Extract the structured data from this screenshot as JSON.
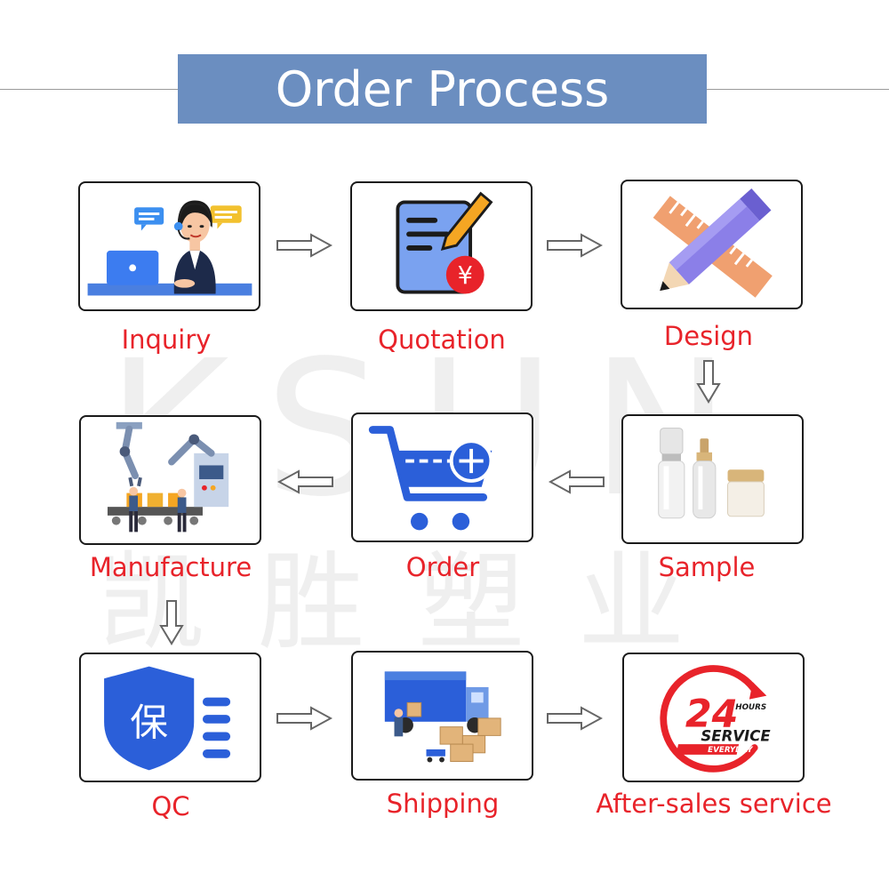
{
  "title": "Order Process",
  "watermark": {
    "latin": "KSUN",
    "cjk": "凯胜塑业"
  },
  "steps": [
    {
      "label": "Inquiry",
      "icon": "customer-service-agent-icon"
    },
    {
      "label": "Quotation",
      "icon": "quotation-document-icon"
    },
    {
      "label": "Design",
      "icon": "ruler-pencil-icon"
    },
    {
      "label": "Sample",
      "icon": "cosmetic-bottles-icon"
    },
    {
      "label": "Order",
      "icon": "shopping-cart-add-icon"
    },
    {
      "label": "Manufacture",
      "icon": "robot-arm-factory-icon"
    },
    {
      "label": "QC",
      "icon": "shield-quality-icon",
      "badge": "保"
    },
    {
      "label": "Shipping",
      "icon": "delivery-truck-icon"
    },
    {
      "label": "After-sales service",
      "icon": "24-hours-service-icon",
      "badge": {
        "number": "24",
        "hours": "HOURS",
        "service": "SERVICE",
        "everyday": "EVERYDAY"
      }
    }
  ],
  "quote_currency_symbol": "¥",
  "colors": {
    "title_bg": "#6b8ec0",
    "label": "#e8232a",
    "border": "#1a1a1a"
  }
}
